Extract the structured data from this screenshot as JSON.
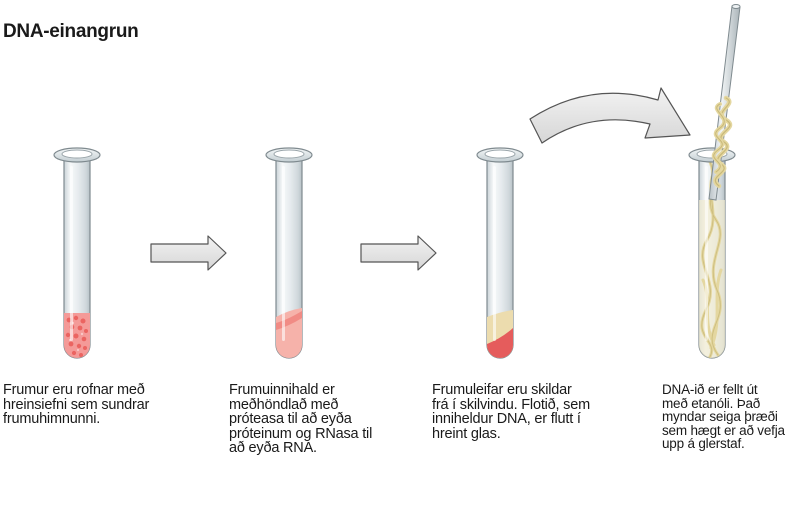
{
  "title": "DNA-einangrun",
  "captions": [
    "Frumur eru rofnar með\nhreinsiefni sem sundrar\nfrumuhimnunni.",
    "Frumuinnihald er\nmeðhöndlað með\npróteasa til að eyða\npróteinum og RNasa til\nað eyða RNA.",
    "Frumuleifar eru skildar\nfrá í skilvindu. Flotið, sem\ninniheldur DNA, er flutt í\nhreint glas.",
    "DNA-ið er fellt út\nmeð etanóli. Það\nmyndar seiga þræði\nsem hægt er að vefja\nupp á glerstaf."
  ],
  "colors": {
    "tube_outline": "#7f8a8f",
    "tube_glass": "#e9eef1",
    "cell_lysate": "#f49a98",
    "cell_dots": "#e8524f",
    "protease_liquid": "#f6b2aa",
    "protease_dark": "#ec6b66",
    "supernatant": "#ecdcae",
    "pellet": "#e55c5c",
    "dna_strands": "#e4d7a0",
    "arrow_fill": "#e6e6e6",
    "arrow_stroke": "#555555"
  },
  "icons": [
    "test-tube-icon",
    "arrow-right-icon",
    "glass-rod-icon",
    "curved-arrow-icon"
  ]
}
